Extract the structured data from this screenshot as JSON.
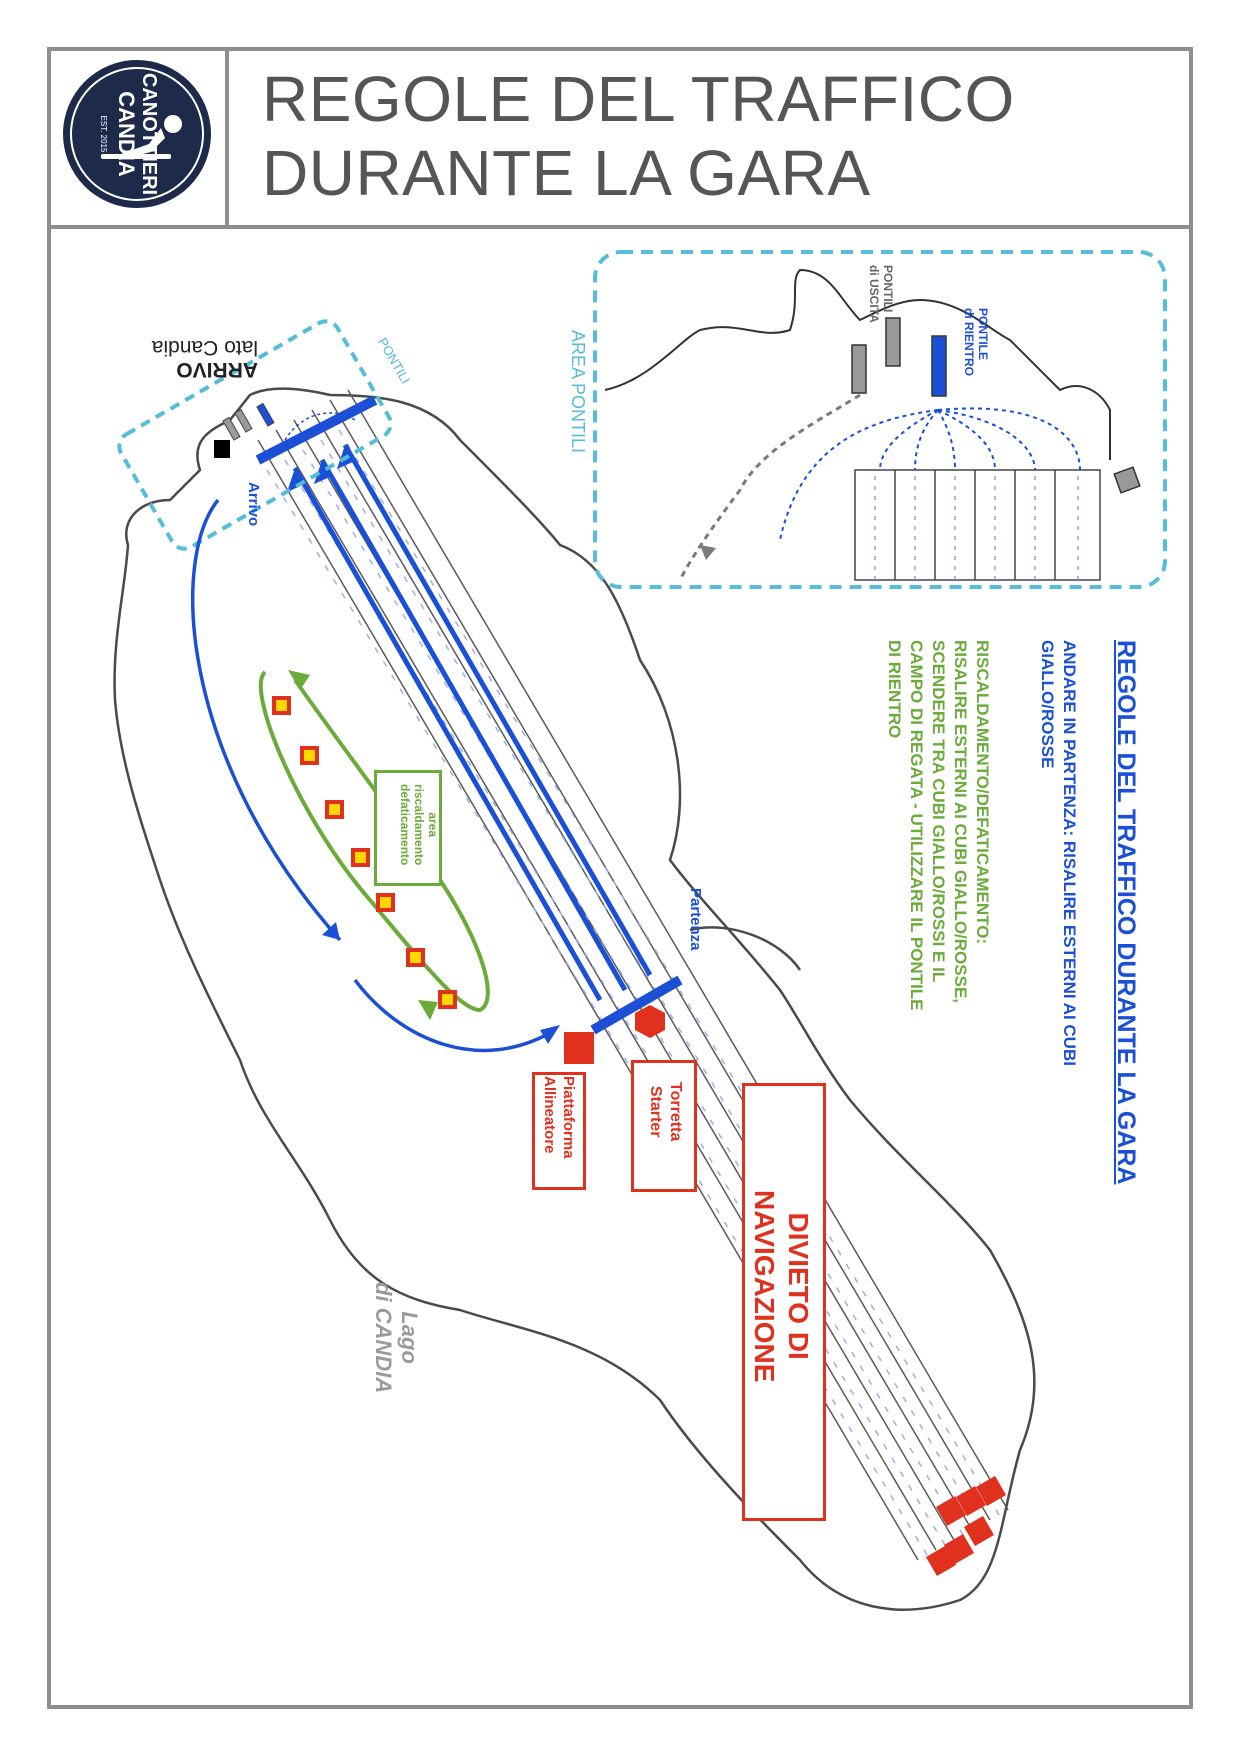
{
  "header": {
    "logo_name": "CANOTTIERI",
    "logo_name2": "CANDIA",
    "logo_est": "EST. 2015",
    "title_line1": "REGOLE DEL TRAFFICO",
    "title_line2": "DURANTE LA GARA"
  },
  "map": {
    "arrivo_heading": "ARRIVO",
    "lato_candia": "lato Candia",
    "pontili_label": "PONTILI",
    "arrivo_label": "Arrivo",
    "partenza_label": "Partenza",
    "area_risc_1": "area",
    "area_risc_2": "riscaldamento",
    "area_risc_3": "defaticamento",
    "torretta_1": "Torretta",
    "torretta_2": "Starter",
    "piattaforma_1": "Piattaforma",
    "piattaforma_2": "Allineatore",
    "divieto_1": "DIVIETO DI",
    "divieto_2": "NAVIGAZIONE",
    "lago_1": "Lago",
    "lago_2": "di CANDIA"
  },
  "inset": {
    "area_pontili": "AREA PONTILI",
    "pontili_uscita_1": "PONTILI",
    "pontili_uscita_2": "di USCITA",
    "pontile_rientro_1": "PONTILE",
    "pontile_rientro_2": "di RIENTRO"
  },
  "rules": {
    "heading": "REGOLE DEL TRAFFICO DURANTE LA GARA",
    "partenza_1": "ANDARE IN PARTENZA: RISALIRE ESTERNI AI CUBI",
    "partenza_2": "GIALLO/ROSSE",
    "risc_1": "RISCALDAMENTO/DEFATICAMENTO:",
    "risc_2": "RISALIRE ESTERNI AI CUBI GIALLO/ROSSE,",
    "risc_3": "SCENDERE TRA CUBI GIALLO/ROSSI E IL",
    "risc_4": "CAMPO DI REGATA - UTILIZZARE IL PONTILE",
    "risc_5": "DI RIENTRO"
  },
  "colors": {
    "frame": "#8e8e8e",
    "blue": "#1a4fd6",
    "green": "#6aab3a",
    "red": "#e0301e",
    "cyan": "#56bcd9",
    "navy": "#1d2a4a"
  }
}
